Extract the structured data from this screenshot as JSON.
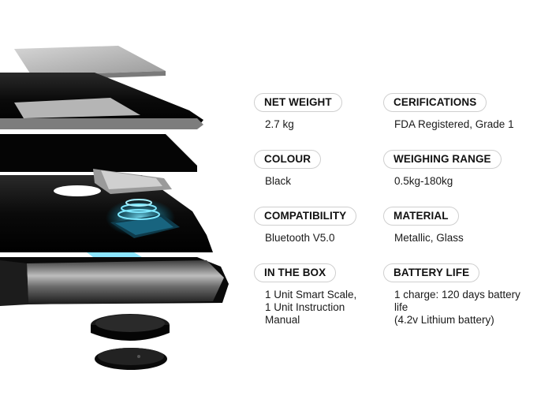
{
  "specs": [
    {
      "label": "NET WEIGHT",
      "value": "2.7 kg"
    },
    {
      "label": "CERIFICATIONS",
      "value": "FDA Registered, Grade 1"
    },
    {
      "label": "COLOUR",
      "value": "Black"
    },
    {
      "label": "WEIGHING RANGE",
      "value": "0.5kg-180kg"
    },
    {
      "label": "COMPATIBILITY",
      "value": "Bluetooth V5.0"
    },
    {
      "label": "MATERIAL",
      "value": "Metallic, Glass"
    },
    {
      "label": "IN THE BOX",
      "value": "1 Unit Smart Scale,\n1 Unit Instruction\nManual"
    },
    {
      "label": "BATTERY LIFE",
      "value": "1 charge: 120 days battery life\n(4.2v Lithium battery)"
    }
  ],
  "colors": {
    "badge_border": "#cfcfcf",
    "scale_body": "#0d0d0d",
    "glass_layer": "#c9c9c9",
    "sensor_glow": "#3fd6ff"
  }
}
